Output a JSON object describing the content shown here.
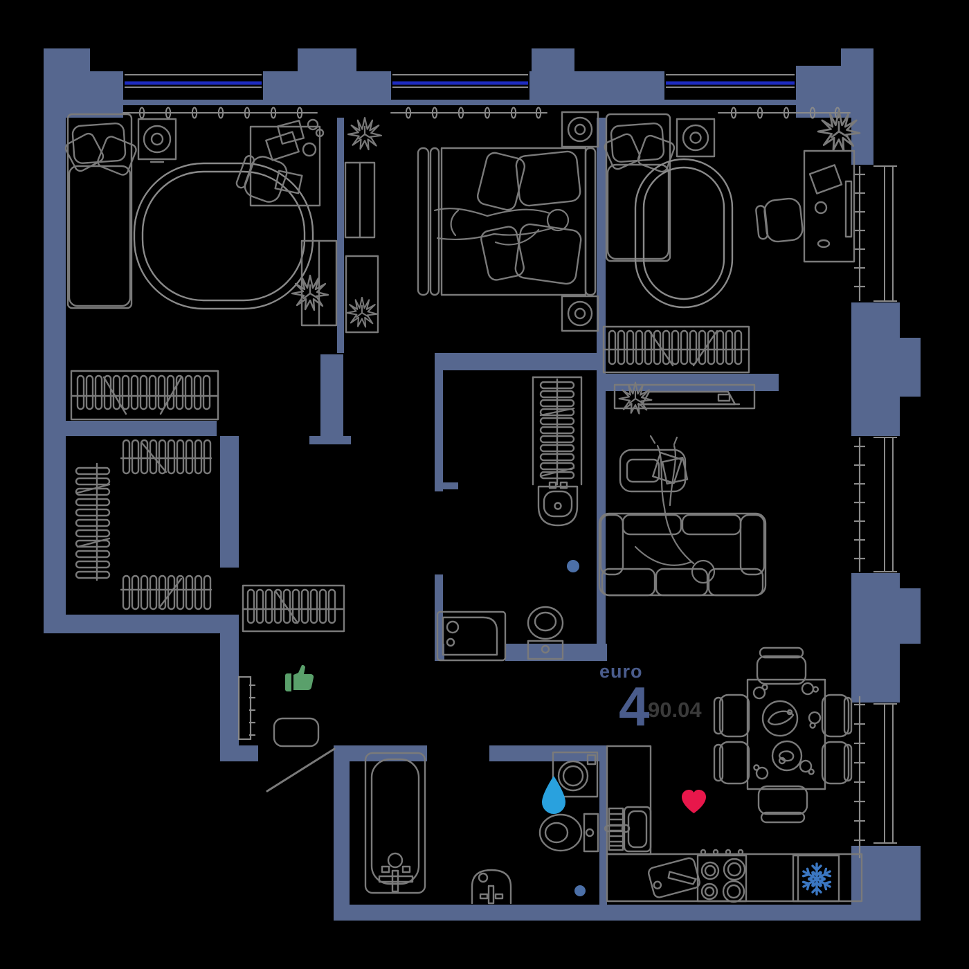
{
  "plan": {
    "type_label": "euro",
    "rooms_count": "4",
    "area_m2": "90.04"
  },
  "colors": {
    "background": "#000000",
    "wall": "#56678F",
    "window_glass": "#1E2BC0",
    "line": "#7A7A7A",
    "line_soft": "#8A8A8A",
    "label_accent": "#4A5C8C",
    "area_text": "#3A3A3A"
  },
  "icons": [
    {
      "name": "thumbs-up-icon",
      "color": "#5AA06B"
    },
    {
      "name": "water-drop-icon",
      "color": "#29A1DE"
    },
    {
      "name": "heart-icon",
      "color": "#E8174B"
    },
    {
      "name": "snowflake-icon",
      "color": "#3B77C2"
    },
    {
      "name": "floor-drain-dot",
      "color": "#4C70A8"
    }
  ]
}
